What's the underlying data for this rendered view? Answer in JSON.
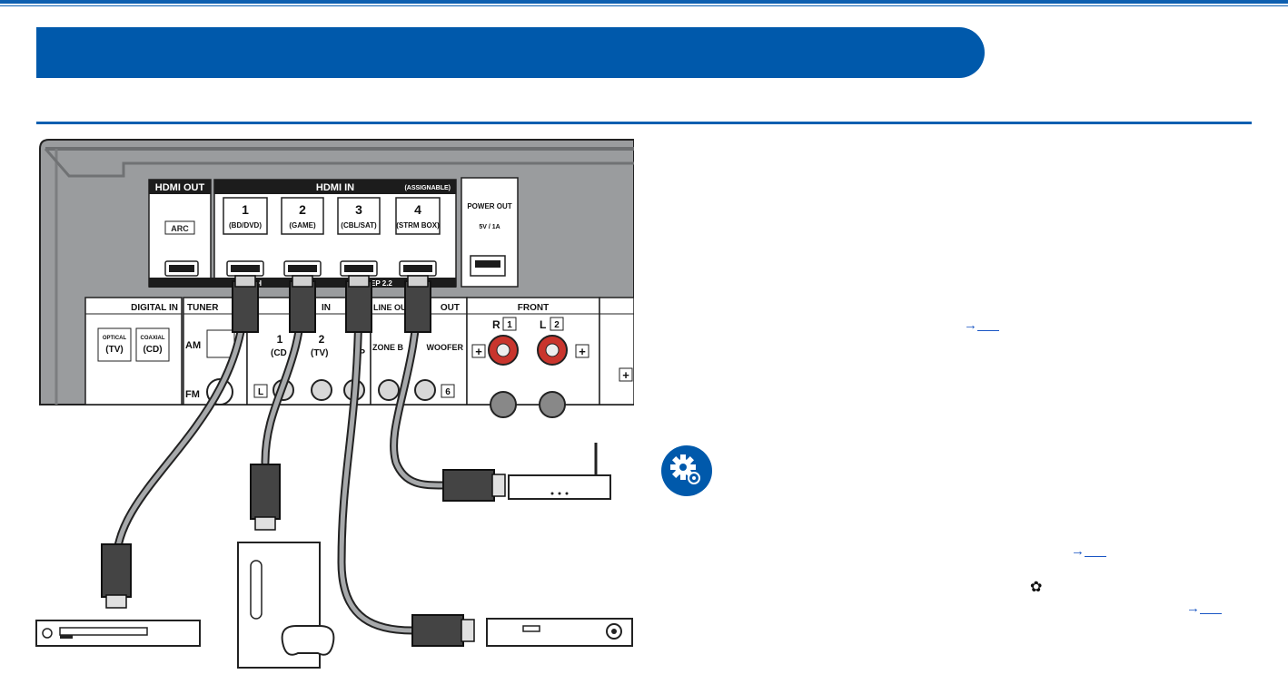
{
  "panel": {
    "hdmi_out_label": "HDMI OUT",
    "arc_label": "ARC",
    "hdmi_in_label": "HDMI IN",
    "assignable_label": "(ASSIGNABLE)",
    "inputs": [
      {
        "number": "1",
        "name": "(BD/DVD)"
      },
      {
        "number": "2",
        "name": "(GAME)"
      },
      {
        "number": "3",
        "name": "(CBL/SAT)"
      },
      {
        "number": "4",
        "name": "(STRM BOX)"
      }
    ],
    "power_out_label": "POWER OUT",
    "power_out_rating": "5V / 1A",
    "hdcp_label": "4K H",
    "hdcp_label_tail": "EP 2.2",
    "digital_in_label": "DIGITAL IN",
    "optical_label": "OPTICAL",
    "optical_name": "(TV)",
    "coaxial_label": "COAXIAL",
    "coaxial_name": "(CD)",
    "tuner_label": "TUNER",
    "am_label": "AM",
    "fm_label": "FM",
    "audio_in_tail": "IN",
    "audio_in_1": "1",
    "audio_in_1_name": "(CD",
    "audio_in_2": "2",
    "audio_in_2_name": "(TV)",
    "phono_label": "(P",
    "line_out_label": "LINE OU",
    "out_label": "OUT",
    "zone_b_label": "ZONE B",
    "subwoofer_label": "WOOFER",
    "l_label": "L",
    "six_label": "6",
    "front_label": "FRONT",
    "front_r": "R",
    "front_r_num": "1",
    "front_l": "L",
    "front_l_num": "2",
    "plus": "+"
  },
  "links": [
    {
      "arrow": "→"
    },
    {
      "arrow": "→"
    },
    {
      "arrow": "→"
    }
  ],
  "icons": {
    "settings": "settings-gear-icon",
    "inline_gear": "gear-icon",
    "inline_gear_glyph": "✿"
  },
  "colors": {
    "accent": "#0059ab",
    "panel": "#9a9c9e",
    "link": "#1a56c4"
  }
}
